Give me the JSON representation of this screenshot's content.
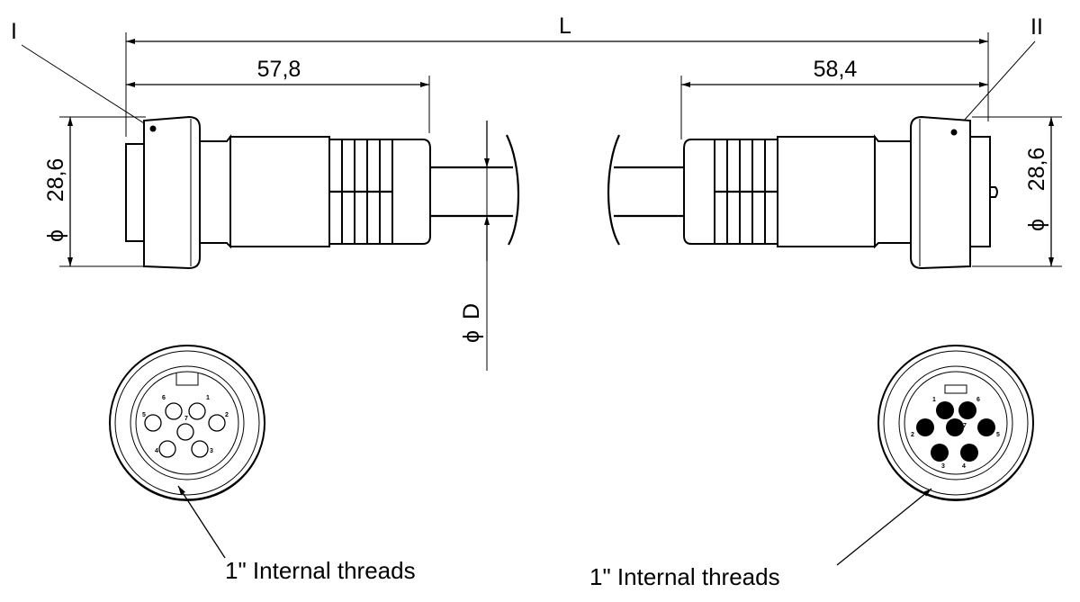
{
  "labels": {
    "end_left": "I",
    "end_right": "II",
    "overall_length": "L",
    "left_length": "57,8",
    "right_length": "58,4",
    "left_diameter": "28,6",
    "right_diameter": "28,6",
    "diameter_symbol": "ϕ",
    "cable_diameter": "D",
    "thread_note_left": "1\" Internal threads",
    "thread_note_right": "1\" Internal threads"
  },
  "pins_left": [
    "1",
    "2",
    "3",
    "4",
    "5",
    "6",
    "7"
  ],
  "pins_right": [
    "1",
    "2",
    "3",
    "4",
    "5",
    "6",
    "7"
  ]
}
